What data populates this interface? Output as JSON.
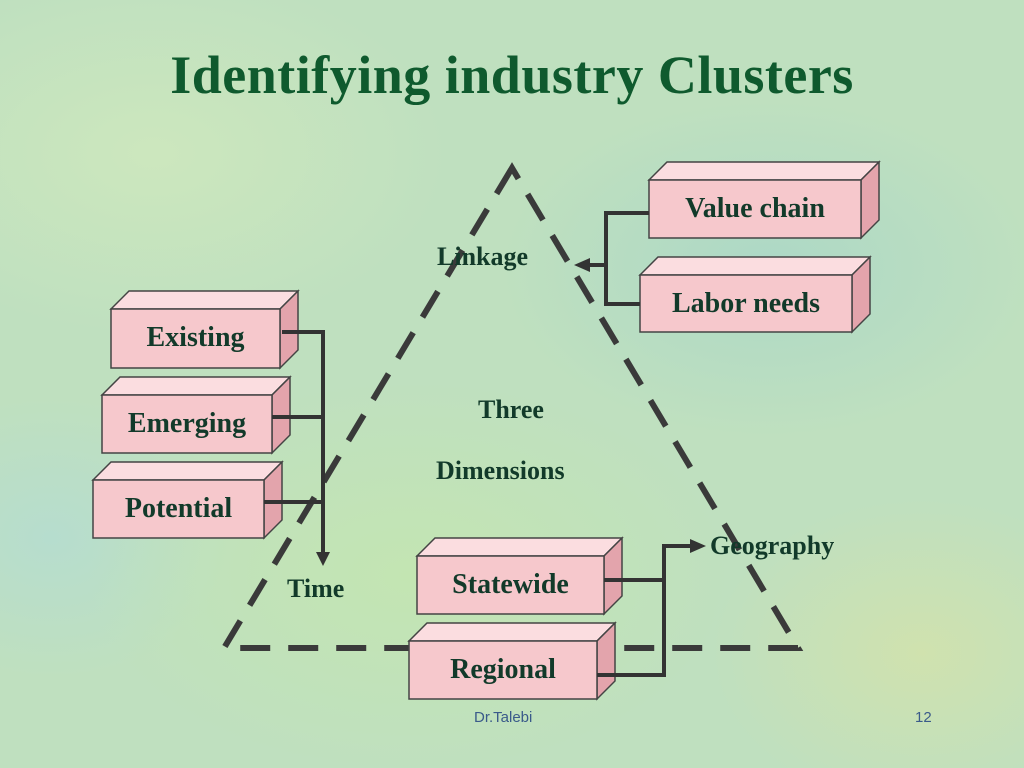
{
  "slide": {
    "title": "Identifying  industry Clusters",
    "footer_author": "Dr.Talebi",
    "page_number": "12"
  },
  "diagram": {
    "center_label_line1": "Three",
    "center_label_line2": "Dimensions",
    "dimensions": {
      "linkage": "Linkage",
      "time": "Time",
      "geography": "Geography"
    },
    "boxes": {
      "value_chain": "Value chain",
      "labor_needs": "Labor needs",
      "existing": "Existing",
      "emerging": "Emerging",
      "potential": "Potential",
      "statewide": "Statewide",
      "regional": "Regional"
    },
    "colors": {
      "title": "#0f5a2e",
      "box_front": "#f6c8cc",
      "box_top": "#fbdde0",
      "box_side": "#e3a4ac",
      "line": "#3a3a3a"
    }
  }
}
